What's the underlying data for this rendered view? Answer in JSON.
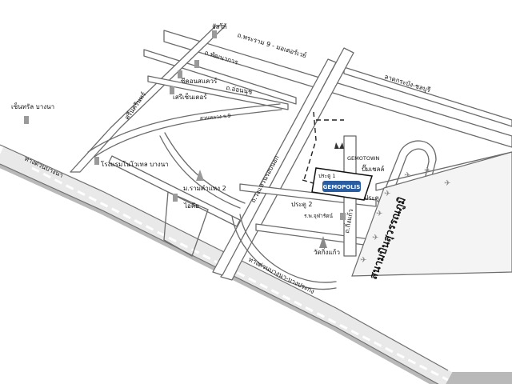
{
  "labels": {
    "pharam9": "ถ.พระราม 9 - มอเตอร์เวย์",
    "jusco": "จัสโก้",
    "phatthanakan": "ถ.พัฒนาการ",
    "lat_krabang": "ลาดกระบัง-ชลบุรี",
    "seacon_square": "ซีคอนสแควร์",
    "srinakarin": "ศรีนครินทร์",
    "seri_center": "เสรีเซ็นเตอร์",
    "on_nut": "ถ.อ่อนนุช",
    "central_bangna": "เซ็นทรัล บางนา",
    "suan_luang": "สวนหลวง ร.9",
    "gemotown": "GEMOTOWN",
    "bangna_trat_left": "ทางด่วนบางนา",
    "novotel": "โรงแรมโนโวเทล บางนา",
    "ramkhamhaeng2": "ม.รามคำแหง 2",
    "mega": "ไอคีย",
    "kanchanaphisek": "ถ.วงแหวนรอบนอก",
    "gate1": "ประตู 1",
    "gate2": "ประตู 2",
    "gate3": "ประตู",
    "gas_station": "ปั๊มเชลล์",
    "gemopolis": "GEMOPOLIS",
    "hospital": "ร.พ.จุฬารัตน์",
    "king_kaeo_rd": "ถ.กิ่งแก้ว",
    "king_kaeo_temple": "วัดกิ่งแก้ว",
    "expressway_bottom": "ทางด่วนบางนา-บางประกง",
    "airport": "สนามบินสุวรรณภูมิ"
  },
  "colors": {
    "background": "#ffffff",
    "road_outline": "#6b6b6b",
    "expressway": "#e9e9e9",
    "airport_plane": "#8a8a8a",
    "route_dash": "#202020",
    "gemopolis_logo": "#2a5d9f"
  },
  "icons": {
    "building": "building-icon",
    "temple": "temple-icon",
    "airplane": "airplane-icon",
    "factory": "gemotown-icon"
  }
}
